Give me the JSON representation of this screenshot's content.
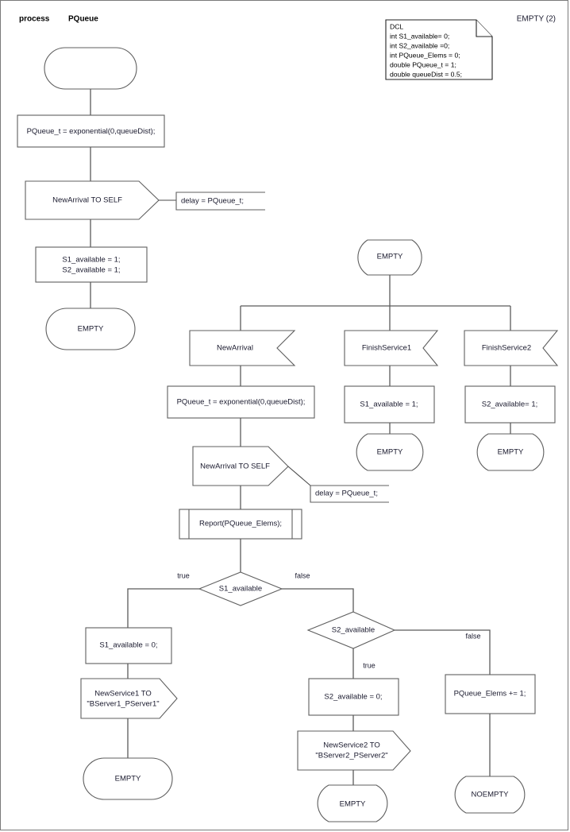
{
  "header": {
    "keyword": "process",
    "name": "PQueue",
    "page_label": "EMPTY (2)"
  },
  "dcl_note": {
    "title": "DCL",
    "lines": [
      "int S1_available= 0;",
      "int S2_available =0;",
      "int PQueue_Elems = 0;",
      "double PQueue_t = 1;",
      "double queueDist = 0.5;"
    ]
  },
  "nodes": {
    "start_state": {
      "type": "state",
      "label": ""
    },
    "task_init_t": {
      "type": "task",
      "label": "PQueue_t = exponential(0,queueDist);"
    },
    "output_newarrival_self_1": {
      "type": "output",
      "label": "NewArrival TO SELF"
    },
    "comment_delay_1": {
      "type": "comment",
      "label": "delay = PQueue_t;"
    },
    "task_set_avail": {
      "type": "task",
      "line1": "S1_available = 1;",
      "line2": "S2_available = 1;"
    },
    "state_empty_1": {
      "type": "state",
      "label": "EMPTY"
    },
    "state_empty_main": {
      "type": "state",
      "label": "EMPTY"
    },
    "input_newarrival": {
      "type": "input",
      "label": "NewArrival"
    },
    "input_finishservice1": {
      "type": "input",
      "label": "FinishService1"
    },
    "input_finishservice2": {
      "type": "input",
      "label": "FinishService2"
    },
    "task_t_again": {
      "type": "task",
      "label": "PQueue_t = exponential(0,queueDist);"
    },
    "task_s1_avail_1": {
      "type": "task",
      "label": "S1_available = 1;"
    },
    "task_s2_avail_1": {
      "type": "task",
      "label": "S2_available= 1;"
    },
    "state_empty_fs1": {
      "type": "state",
      "label": "EMPTY"
    },
    "state_empty_fs2": {
      "type": "state",
      "label": "EMPTY"
    },
    "output_newarrival_self_2": {
      "type": "output",
      "label": "NewArrival TO SELF"
    },
    "comment_delay_2": {
      "type": "comment",
      "label": "delay = PQueue_t;"
    },
    "proc_report": {
      "type": "procedure",
      "label": "Report(PQueue_Elems);"
    },
    "decision_s1": {
      "type": "decision",
      "label": "S1_available",
      "true_label": "true",
      "false_label": "false"
    },
    "decision_s2": {
      "type": "decision",
      "label": "S2_available",
      "true_label": "true",
      "false_label": "false"
    },
    "task_s1_zero": {
      "type": "task",
      "label": "S1_available = 0;"
    },
    "output_newservice1": {
      "type": "output",
      "line1": "NewService1 TO",
      "line2": "\"BServer1_PServer1\""
    },
    "state_empty_s1": {
      "type": "state",
      "label": "EMPTY"
    },
    "task_s2_zero": {
      "type": "task",
      "label": "S2_available = 0;"
    },
    "output_newservice2": {
      "type": "output",
      "line1": "NewService2 TO",
      "line2": "\"BServer2_PServer2\""
    },
    "state_empty_s2": {
      "type": "state",
      "label": "EMPTY"
    },
    "task_incr_elems": {
      "type": "task",
      "label": "PQueue_Elems += 1;"
    },
    "state_noempty": {
      "type": "state",
      "label": "NOEMPTY"
    }
  },
  "colors": {
    "shape_stroke": "#5f5f5f",
    "connector": "#5a5a5a",
    "text": "#1a1a2e",
    "background": "#ffffff"
  }
}
